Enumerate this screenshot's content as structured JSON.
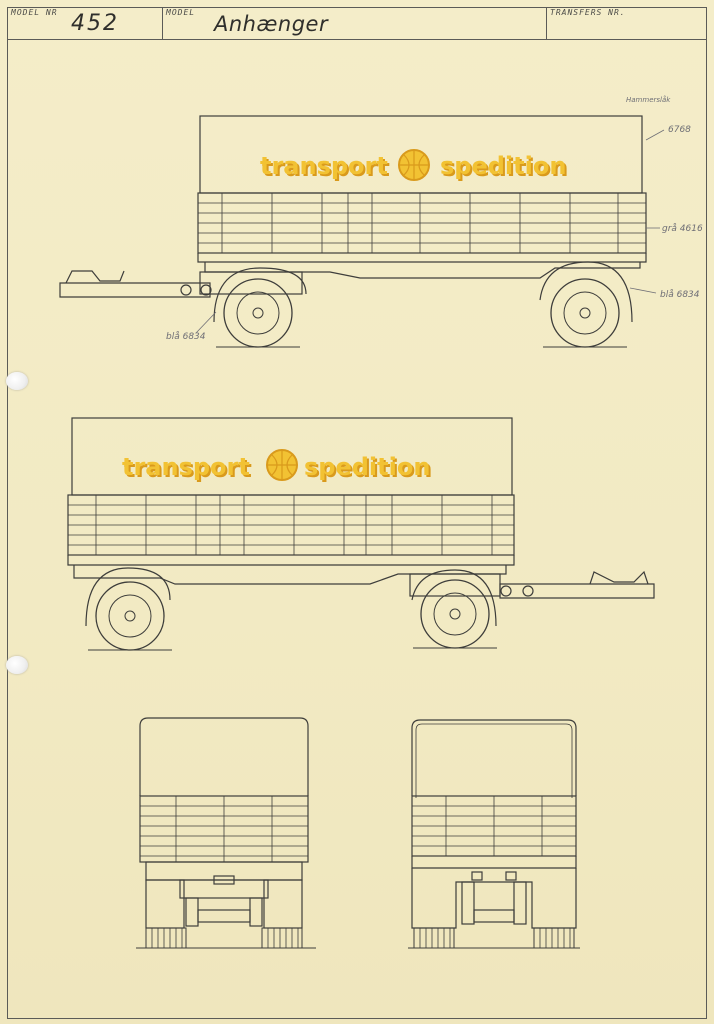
{
  "header": {
    "model_nr_caption": "MODEL NR",
    "model_nr": "452",
    "model_caption": "MODEL",
    "model_name": "Anhænger",
    "transfers_caption": "TRANSFERS NR."
  },
  "decal": {
    "left_text": "transport",
    "right_text": "spedition",
    "color": "#f2c233",
    "shadow_color": "#d99a1c"
  },
  "annotations": {
    "top_note": "Hammerslåk",
    "canopy": "6768",
    "sides": "grå 4616",
    "fender": "blå 6834",
    "drawbar": "blå 6834"
  },
  "colors": {
    "paper": "#f3ecc6",
    "ink": "#3e3e3b",
    "pencil": "#6f6f76"
  }
}
